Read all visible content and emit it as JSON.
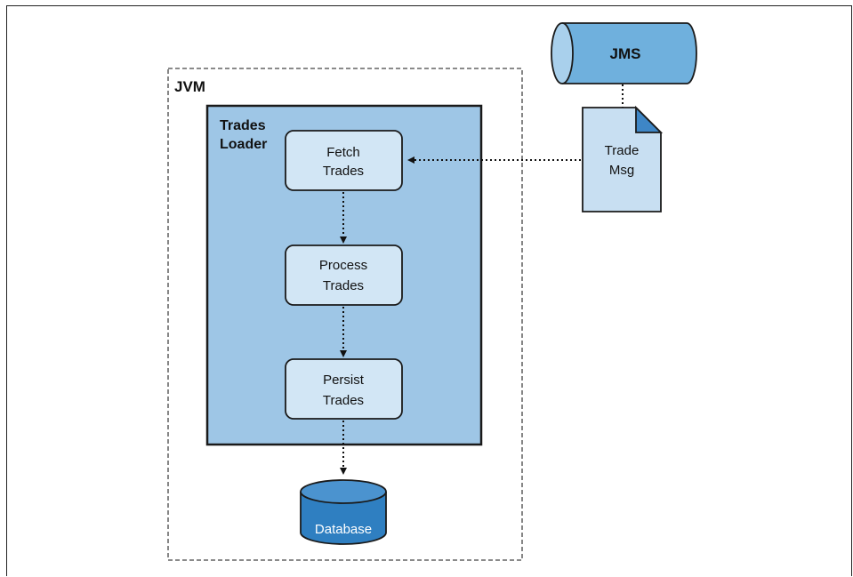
{
  "diagram": {
    "jvm_label": "JVM",
    "loader_label_line1": "Trades",
    "loader_label_line2": "Loader",
    "steps": [
      {
        "line1": "Fetch",
        "line2": "Trades"
      },
      {
        "line1": "Process",
        "line2": "Trades"
      },
      {
        "line1": "Persist",
        "line2": "Trades"
      }
    ],
    "database_label": "Database",
    "queue_label": "JMS",
    "message_line1": "Trade",
    "message_line2": "Msg"
  },
  "colors": {
    "loader_fill": "#9ec6e6",
    "step_fill": "#d2e6f5",
    "database_fill": "#2f7fc1",
    "queue_fill": "#6fb0dd",
    "message_fill": "#c8dff2",
    "fold_fill": "#3e86c6"
  }
}
